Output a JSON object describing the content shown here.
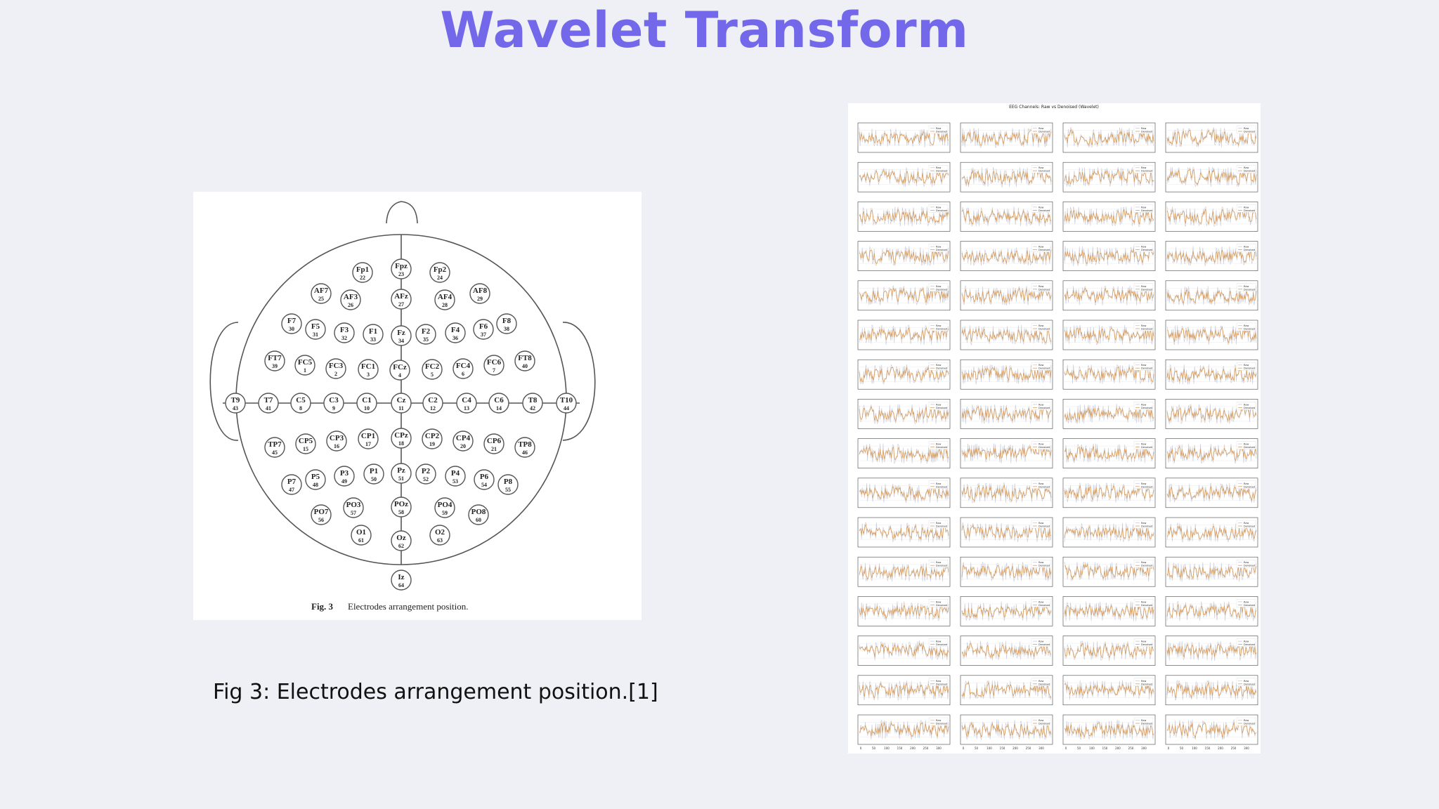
{
  "slide": {
    "title": "Wavelet Transform"
  },
  "left_figure": {
    "fig_label": "Fig. 3",
    "fig_text": "Electrodes arrangement position.",
    "electrodes": [
      {
        "name": "Fp1",
        "num": "22"
      },
      {
        "name": "Fpz",
        "num": "23"
      },
      {
        "name": "Fp2",
        "num": "24"
      },
      {
        "name": "AF7",
        "num": "25"
      },
      {
        "name": "AF3",
        "num": "26"
      },
      {
        "name": "AFz",
        "num": "27"
      },
      {
        "name": "AF4",
        "num": "28"
      },
      {
        "name": "AF8",
        "num": "29"
      },
      {
        "name": "F7",
        "num": "30"
      },
      {
        "name": "F5",
        "num": "31"
      },
      {
        "name": "F3",
        "num": "32"
      },
      {
        "name": "F1",
        "num": "33"
      },
      {
        "name": "Fz",
        "num": "34"
      },
      {
        "name": "F2",
        "num": "35"
      },
      {
        "name": "F4",
        "num": "36"
      },
      {
        "name": "F6",
        "num": "37"
      },
      {
        "name": "F8",
        "num": "38"
      },
      {
        "name": "FT7",
        "num": "39"
      },
      {
        "name": "FC5",
        "num": "1"
      },
      {
        "name": "FC3",
        "num": "2"
      },
      {
        "name": "FC1",
        "num": "3"
      },
      {
        "name": "FCz",
        "num": "4"
      },
      {
        "name": "FC2",
        "num": "5"
      },
      {
        "name": "FC4",
        "num": "6"
      },
      {
        "name": "FC6",
        "num": "7"
      },
      {
        "name": "FT8",
        "num": "40"
      },
      {
        "name": "T9",
        "num": "43"
      },
      {
        "name": "T7",
        "num": "41"
      },
      {
        "name": "C5",
        "num": "8"
      },
      {
        "name": "C3",
        "num": "9"
      },
      {
        "name": "C1",
        "num": "10"
      },
      {
        "name": "Cz",
        "num": "11"
      },
      {
        "name": "C2",
        "num": "12"
      },
      {
        "name": "C4",
        "num": "13"
      },
      {
        "name": "C6",
        "num": "14"
      },
      {
        "name": "T8",
        "num": "42"
      },
      {
        "name": "T10",
        "num": "44"
      },
      {
        "name": "TP7",
        "num": "45"
      },
      {
        "name": "CP5",
        "num": "15"
      },
      {
        "name": "CP3",
        "num": "16"
      },
      {
        "name": "CP1",
        "num": "17"
      },
      {
        "name": "CPz",
        "num": "18"
      },
      {
        "name": "CP2",
        "num": "19"
      },
      {
        "name": "CP4",
        "num": "20"
      },
      {
        "name": "CP6",
        "num": "21"
      },
      {
        "name": "TP8",
        "num": "46"
      },
      {
        "name": "P7",
        "num": "47"
      },
      {
        "name": "P5",
        "num": "48"
      },
      {
        "name": "P3",
        "num": "49"
      },
      {
        "name": "P1",
        "num": "50"
      },
      {
        "name": "Pz",
        "num": "51"
      },
      {
        "name": "P2",
        "num": "52"
      },
      {
        "name": "P4",
        "num": "53"
      },
      {
        "name": "P6",
        "num": "54"
      },
      {
        "name": "P8",
        "num": "55"
      },
      {
        "name": "PO7",
        "num": "56"
      },
      {
        "name": "PO3",
        "num": "57"
      },
      {
        "name": "POz",
        "num": "58"
      },
      {
        "name": "PO4",
        "num": "59"
      },
      {
        "name": "PO8",
        "num": "60"
      },
      {
        "name": "O1",
        "num": "61"
      },
      {
        "name": "Oz",
        "num": "62"
      },
      {
        "name": "O2",
        "num": "63"
      },
      {
        "name": "Iz",
        "num": "64"
      }
    ]
  },
  "caption": "Fig 3: Electrodes arrangement position.[1]",
  "right_figure": {
    "title": "EEG Channels: Raw vs Denoised (Wavelet)",
    "legend": [
      "Raw",
      "Denoised"
    ],
    "colors": {
      "raw": "#c9cbd8",
      "denoised": "#d9a064",
      "frame": "#444444"
    },
    "grid_rows": 16,
    "grid_cols": 4,
    "x_ticks": [
      "0",
      "50",
      "100",
      "150",
      "200",
      "250",
      "300"
    ]
  }
}
